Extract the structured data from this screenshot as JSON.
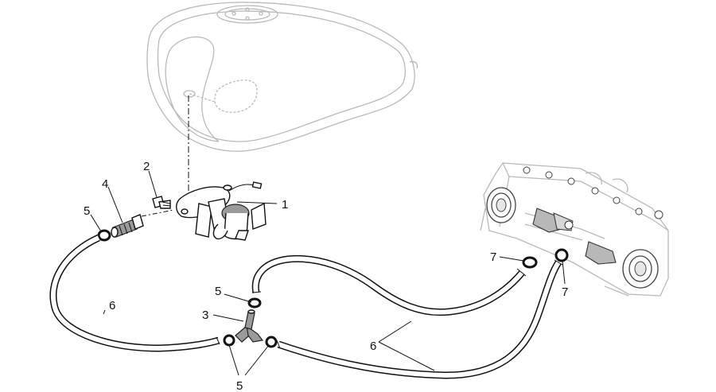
{
  "callouts": [
    {
      "id": "c1",
      "text": "1"
    },
    {
      "id": "c2",
      "text": "2"
    },
    {
      "id": "c3",
      "text": "3"
    },
    {
      "id": "c4",
      "text": "4"
    },
    {
      "id": "c5a",
      "text": "5"
    },
    {
      "id": "c5b",
      "text": "5"
    },
    {
      "id": "c5c",
      "text": "5"
    },
    {
      "id": "c6a",
      "text": "6"
    },
    {
      "id": "c6b",
      "text": "6"
    },
    {
      "id": "c7a",
      "text": "7"
    },
    {
      "id": "c7b",
      "text": "7"
    }
  ]
}
